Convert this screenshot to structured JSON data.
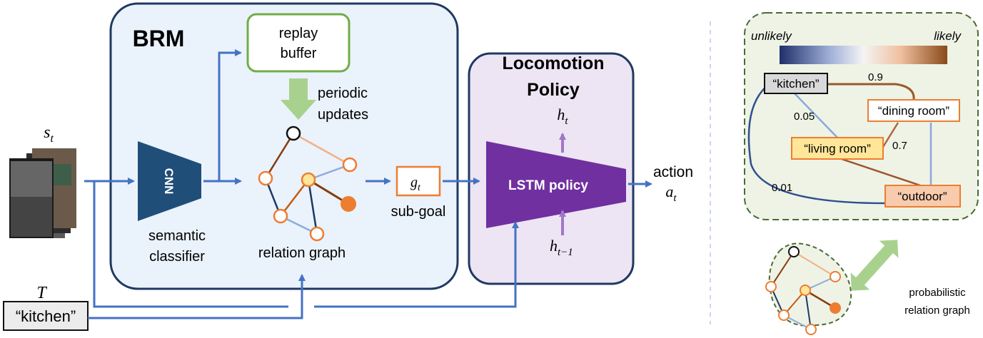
{
  "inputs": {
    "state_symbol": "s",
    "state_subscript": "t",
    "target_symbol": "T",
    "target_value": "“kitchen”"
  },
  "brm": {
    "title": "BRM",
    "replay_buffer": [
      "replay",
      "buffer"
    ],
    "periodic_updates": [
      "periodic",
      "updates"
    ],
    "cnn_label": "CNN",
    "classifier_label": [
      "semantic",
      "classifier"
    ],
    "graph_label": "relation graph",
    "subgoal_symbol": "g",
    "subgoal_subscript": "t",
    "subgoal_label": "sub-goal"
  },
  "locomotion": {
    "title": [
      "Locomotion",
      "Policy"
    ],
    "lstm_label": "LSTM policy",
    "h_out_symbol": "h",
    "h_out_subscript": "t",
    "h_in_symbol": "h",
    "h_in_subscript": "t−1"
  },
  "output": {
    "action_label": "action",
    "action_symbol": "a",
    "action_subscript": "t"
  },
  "probabilistic": {
    "scale_low": "unlikely",
    "scale_high": "likely",
    "nodes": {
      "kitchen": "“kitchen”",
      "dining": "“dining room”",
      "living": "“living room”",
      "outdoor": "“outdoor”"
    },
    "edges": [
      {
        "from": "kitchen",
        "to": "dining",
        "prob": "0.9",
        "color": "#9a5a2a"
      },
      {
        "from": "kitchen",
        "to": "living",
        "prob": "0.05",
        "color": "#8aa8d8"
      },
      {
        "from": "living",
        "to": "dining",
        "prob": "0.7",
        "color": "#b0663a"
      },
      {
        "from": "kitchen",
        "to": "outdoor",
        "prob": "0.01",
        "color": "#3a5a9a"
      }
    ],
    "caption": [
      "probabilistic",
      "relation graph"
    ]
  },
  "colors": {
    "arrow_blue": "#4472c4",
    "brm_fill": "#eaf2fb",
    "brm_border": "#1f3864",
    "loco_fill": "#ede5f3",
    "cnn_fill": "#1f4e79",
    "lstm_fill": "#7030a0",
    "node_orange": "#ed7d31",
    "node_light": "#ffe699",
    "prob_fill": "#eef3e6",
    "prob_border": "#4a6a34",
    "buffer_border": "#70ad47",
    "green_arrow": "#a9d18e"
  }
}
